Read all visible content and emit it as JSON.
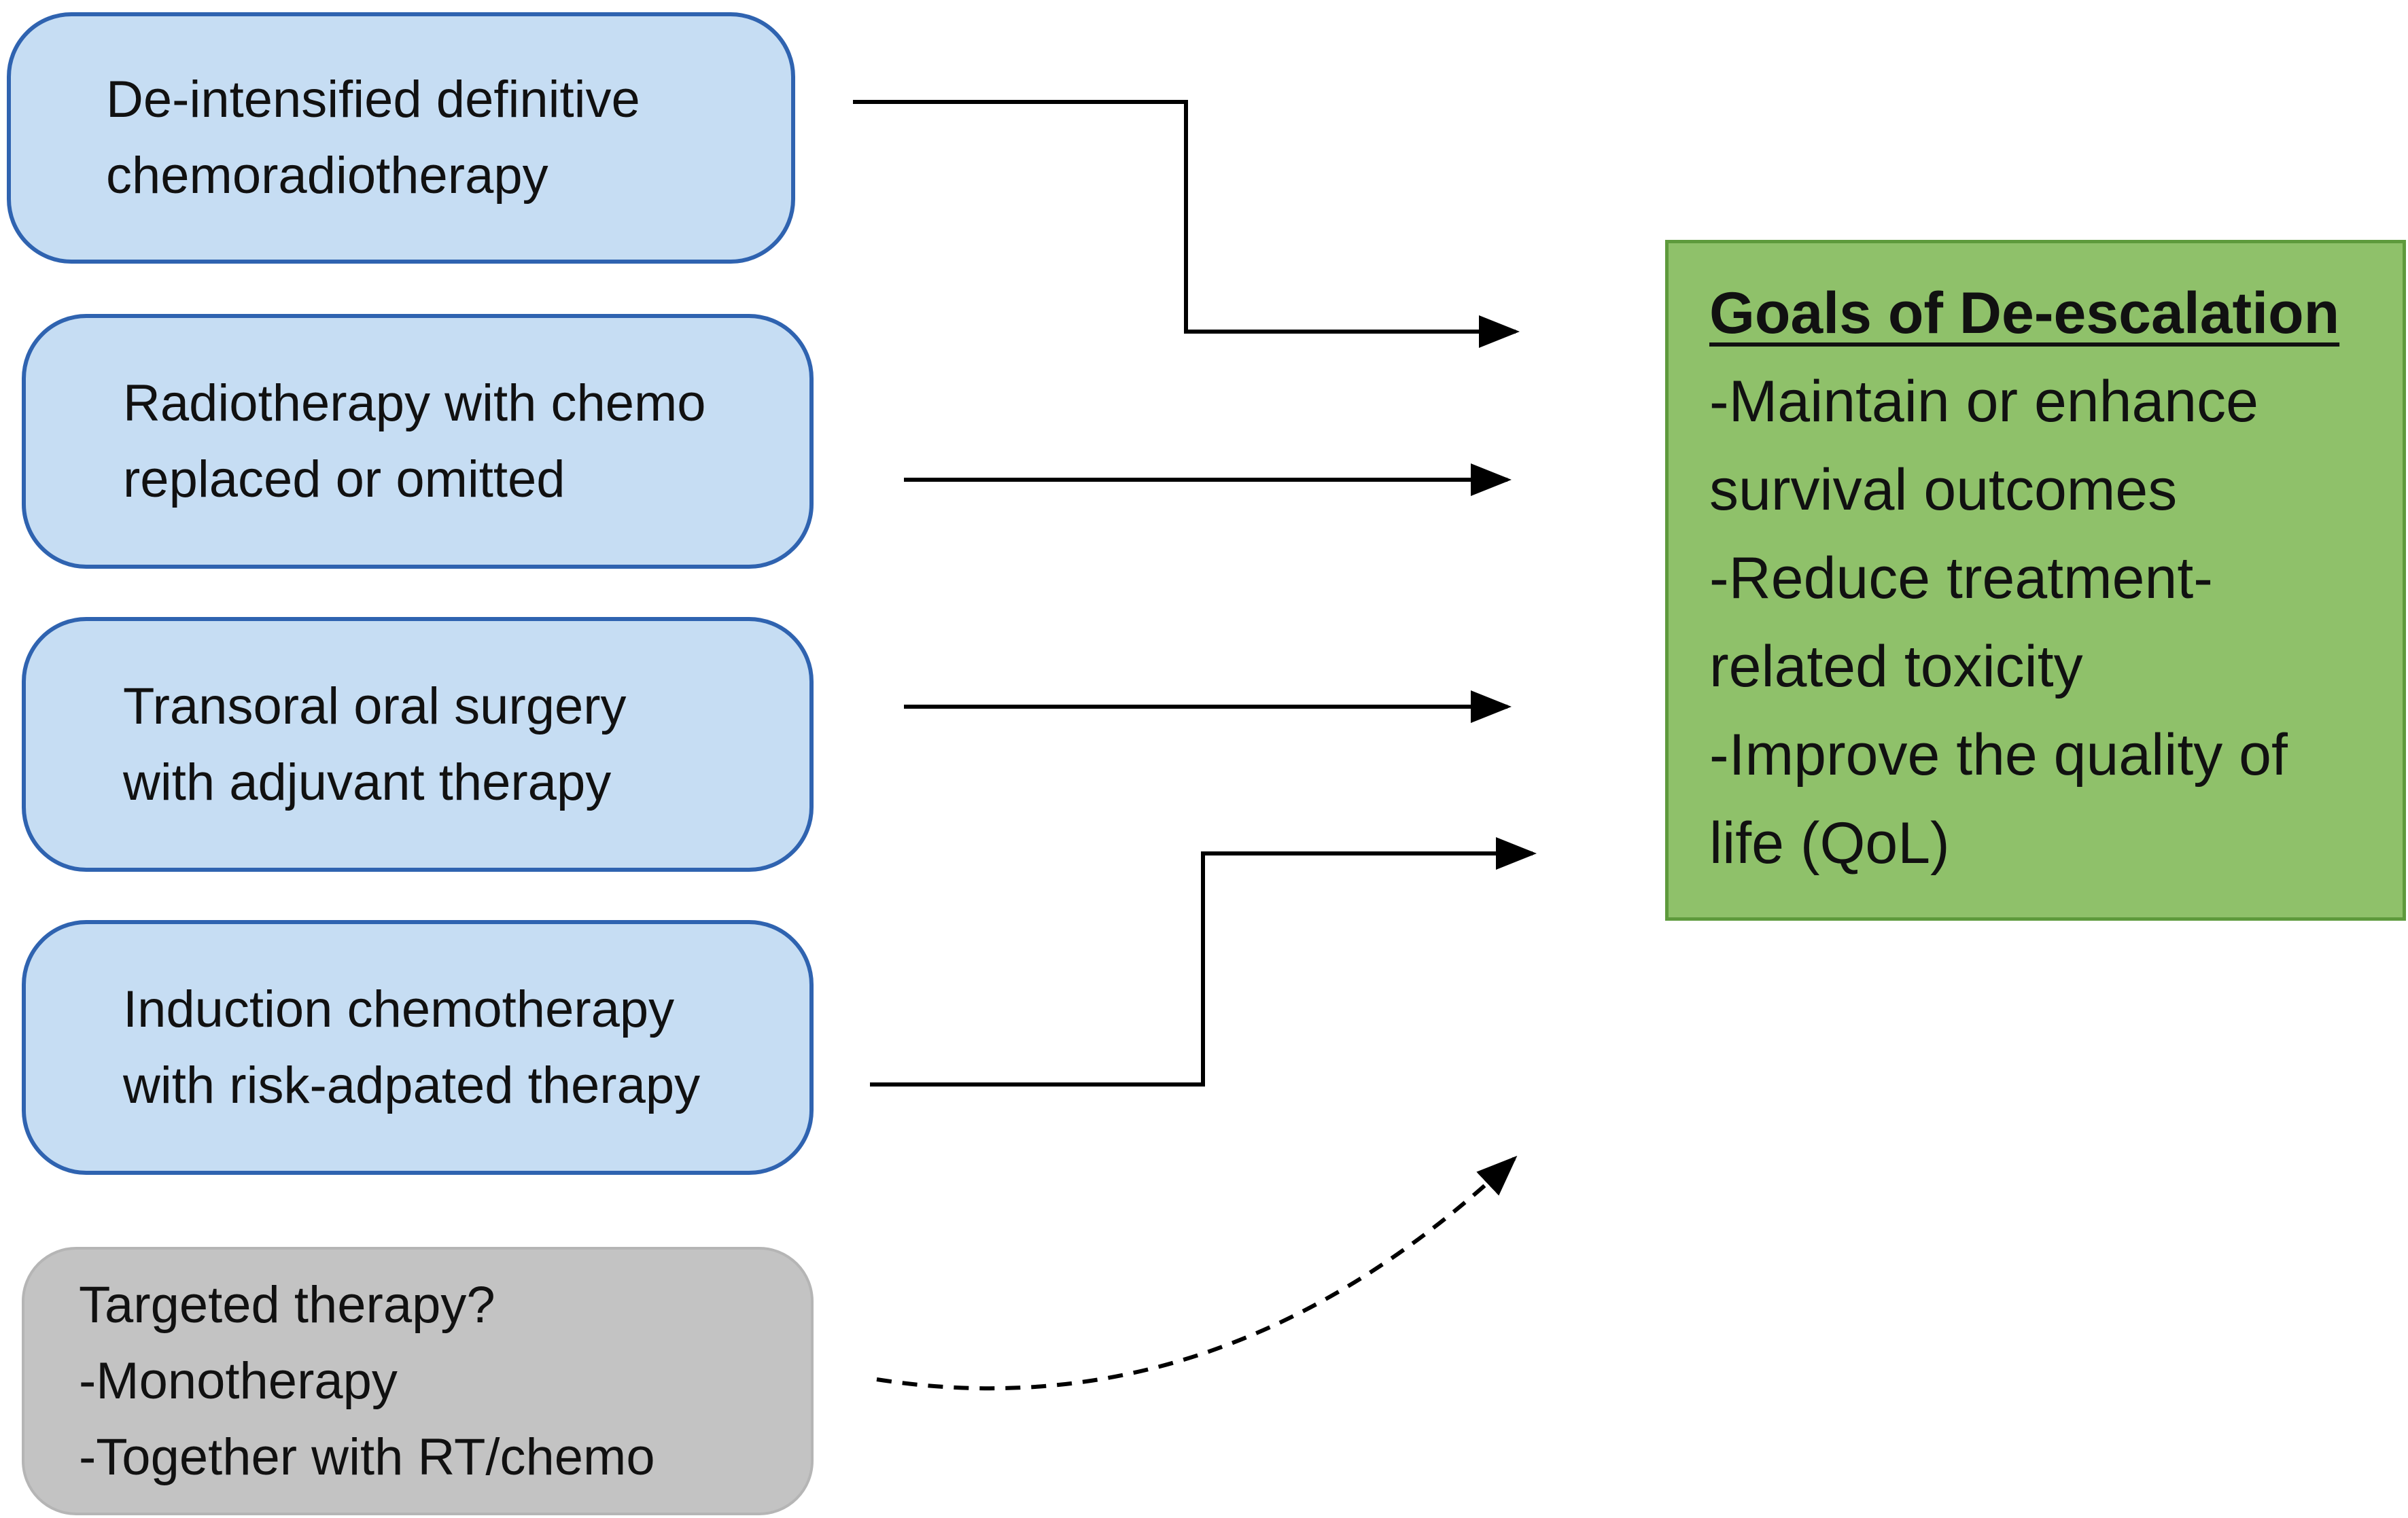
{
  "approaches": [
    {
      "lines": [
        "De-intensified definitive",
        "chemoradiotherapy"
      ]
    },
    {
      "lines": [
        "Radiotherapy with chemo",
        "replaced or omitted"
      ]
    },
    {
      "lines": [
        "Transoral oral surgery",
        "with adjuvant therapy"
      ]
    },
    {
      "lines": [
        "Induction chemotherapy",
        "with risk-adpated therapy"
      ]
    }
  ],
  "targeted": {
    "lines": [
      "Targeted therapy?",
      "-Monotherapy",
      "-Together with RT/chemo"
    ]
  },
  "goals": {
    "title": "Goals of De-escalation",
    "lines": [
      "-Maintain or enhance",
      "survival outcomes",
      "-Reduce treatment-",
      "related toxicity",
      "-Improve the quality of",
      "life (QoL)"
    ]
  },
  "colors": {
    "approach_fill": "#c6ddf3",
    "approach_border": "#2f63b0",
    "targeted_fill": "#c3c3c3",
    "goals_fill": "#8fc16a",
    "arrow": "#000000"
  }
}
